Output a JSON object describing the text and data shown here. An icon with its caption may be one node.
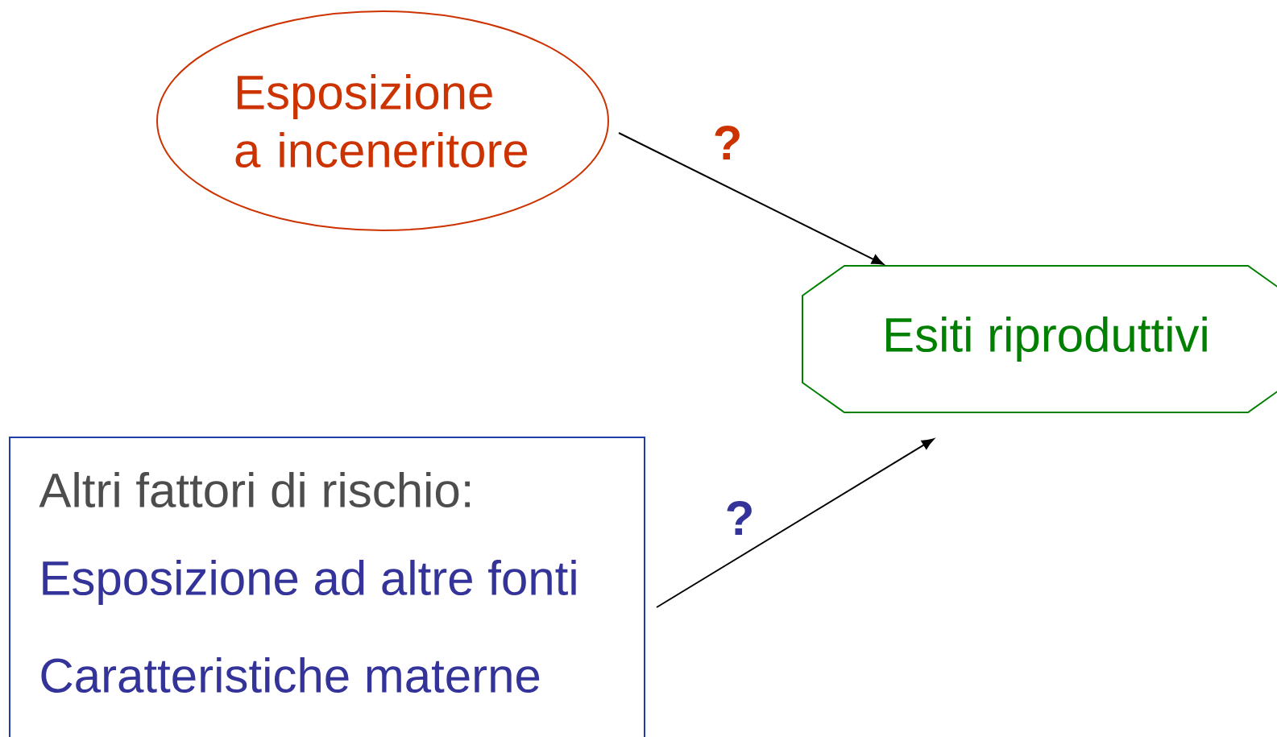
{
  "diagram": {
    "nodes": [
      {
        "text": [
          "Esposizione a inceneritore"
        ]
      },
      {
        "text": [
          "Esiti riproduttivi"
        ]
      },
      {
        "text": [
          "Altri fattori di rischio:",
          "Esposizione ad altre fonti",
          "Caratteristiche materne"
        ]
      }
    ],
    "edges": [
      {
        "from": 0,
        "to": 1,
        "arrow": "to",
        "label": "?"
      },
      {
        "from": 2,
        "to": 1,
        "arrow": "to",
        "label": "?"
      }
    ]
  }
}
